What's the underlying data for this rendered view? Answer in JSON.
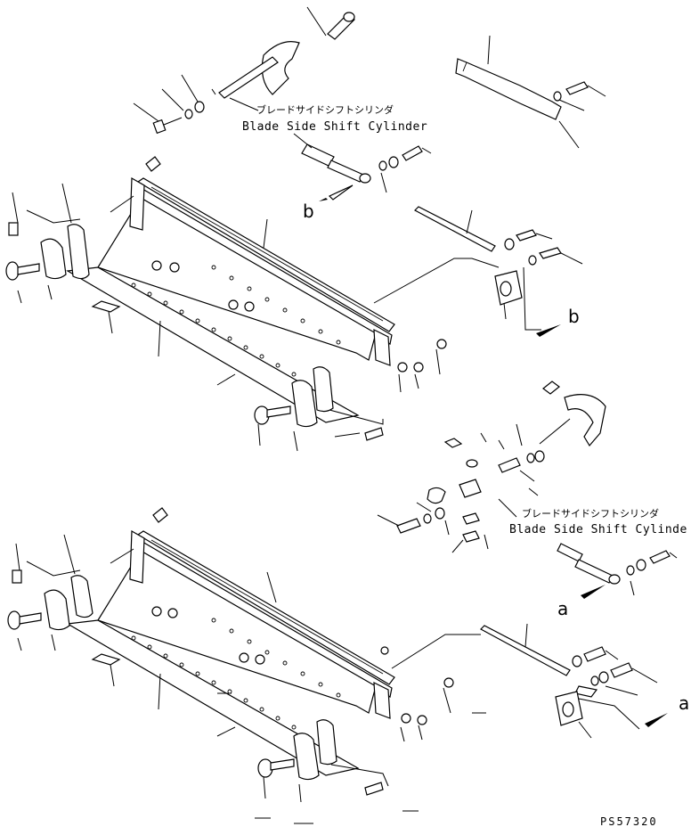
{
  "labels": {
    "cylinder_top_jp": "ブレードサイドシフトシリンダ",
    "cylinder_top_en": "Blade Side Shift Cylinder",
    "cylinder_mid_jp": "ブレードサイドシフトシリンダ",
    "cylinder_mid_en": "Blade Side Shift Cylinde"
  },
  "refs": {
    "b1": "b",
    "b2": "b",
    "a1": "a",
    "a2": "a"
  },
  "drawing_code": "PS57320"
}
